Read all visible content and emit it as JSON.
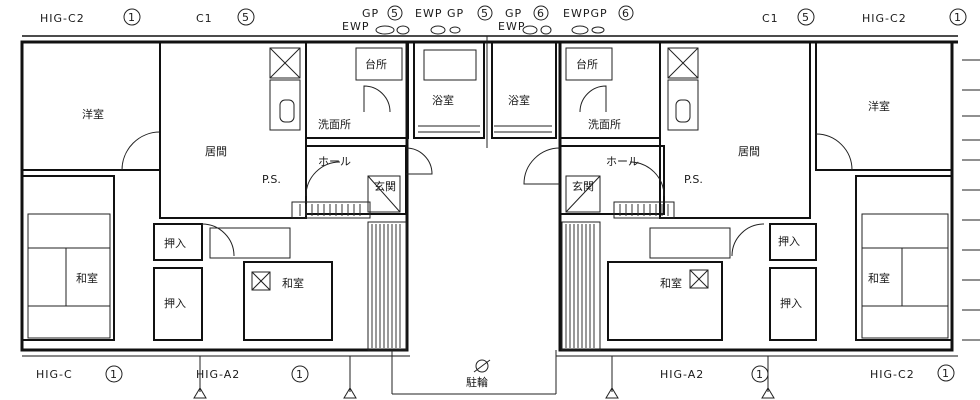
{
  "top_tags": {
    "left_outer": "HIG-C2",
    "left_outer_num": "1",
    "left_c": "C1",
    "left_c_num": "5",
    "gp_left": "GP",
    "gp_left_num": "5",
    "ewp_left": "EWP",
    "ewpgp_left": "EWP GP",
    "ewpgp_left_num": "5",
    "gp_right": "GP",
    "gp_right_num": "6",
    "ewp_right": "EWP",
    "ewpgp_right": "EWPGP",
    "ewpgp_right_num": "6",
    "right_c": "C1",
    "right_c_num": "5",
    "right_outer": "HIG-C2",
    "right_outer_num": "1"
  },
  "bottom_tags": {
    "left_outer": "HIG-C",
    "left_outer_num": "1",
    "left_a": "HIG-A2",
    "left_a_num": "1",
    "right_a": "HIG-A2",
    "right_a_num": "1",
    "right_outer": "HIG-C2",
    "right_outer_num": "1"
  },
  "rooms": {
    "western_room": "洋室",
    "living": "居間",
    "kitchen": "台所",
    "bath": "浴室",
    "washroom": "洗面所",
    "hall": "ホール",
    "entrance": "玄関",
    "ps": "P.S.",
    "closet": "押入",
    "japanese_room": "和室",
    "parking": "駐輪"
  }
}
